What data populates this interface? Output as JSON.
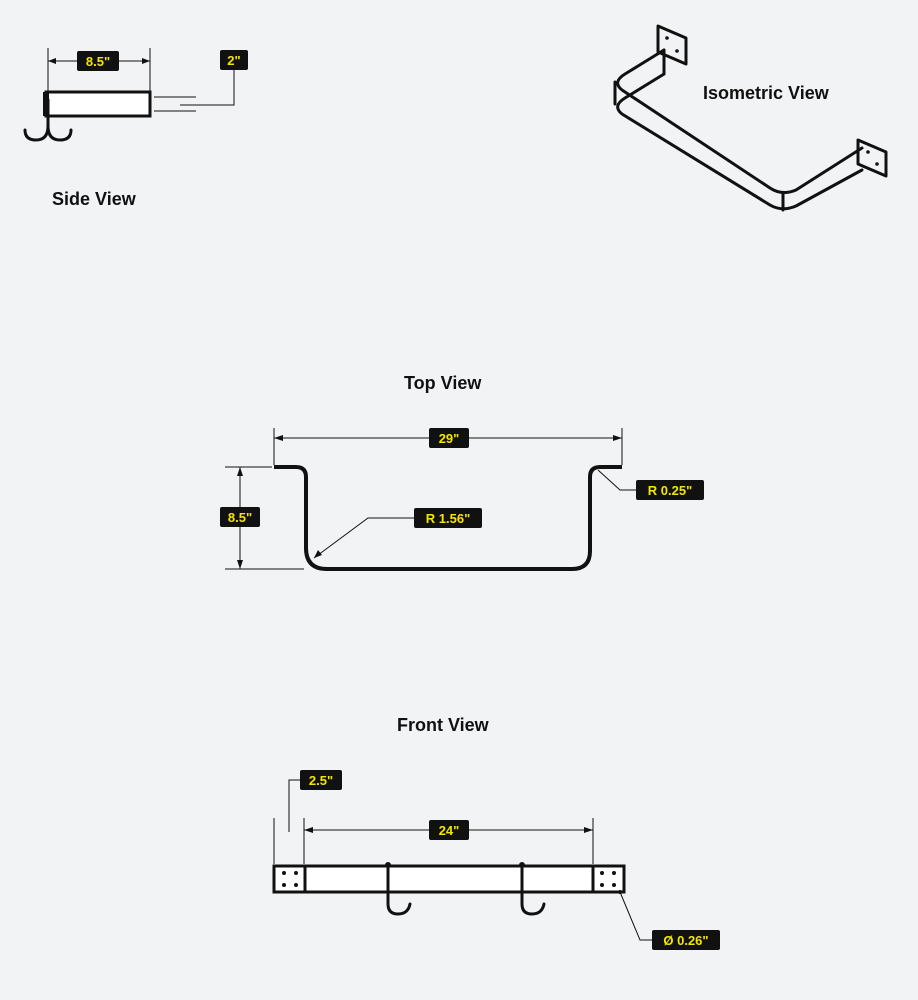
{
  "views": {
    "side": {
      "title": "Side View",
      "dims": {
        "depth": "8.5\"",
        "height": "2\""
      }
    },
    "isometric": {
      "title": "Isometric View"
    },
    "top": {
      "title": "Top View",
      "dims": {
        "width": "29\"",
        "depth": "8.5\"",
        "bend_radius": "R 1.56\"",
        "corner_radius": "R 0.25\""
      }
    },
    "front": {
      "title": "Front View",
      "dims": {
        "end_plate": "2.5\"",
        "hook_span": "24\"",
        "hole_diameter": "Ø 0.26\""
      }
    }
  },
  "colors": {
    "background": "#f2f3f5",
    "line": "#111111",
    "label_bg": "#111111",
    "label_text": "#f5e600"
  }
}
